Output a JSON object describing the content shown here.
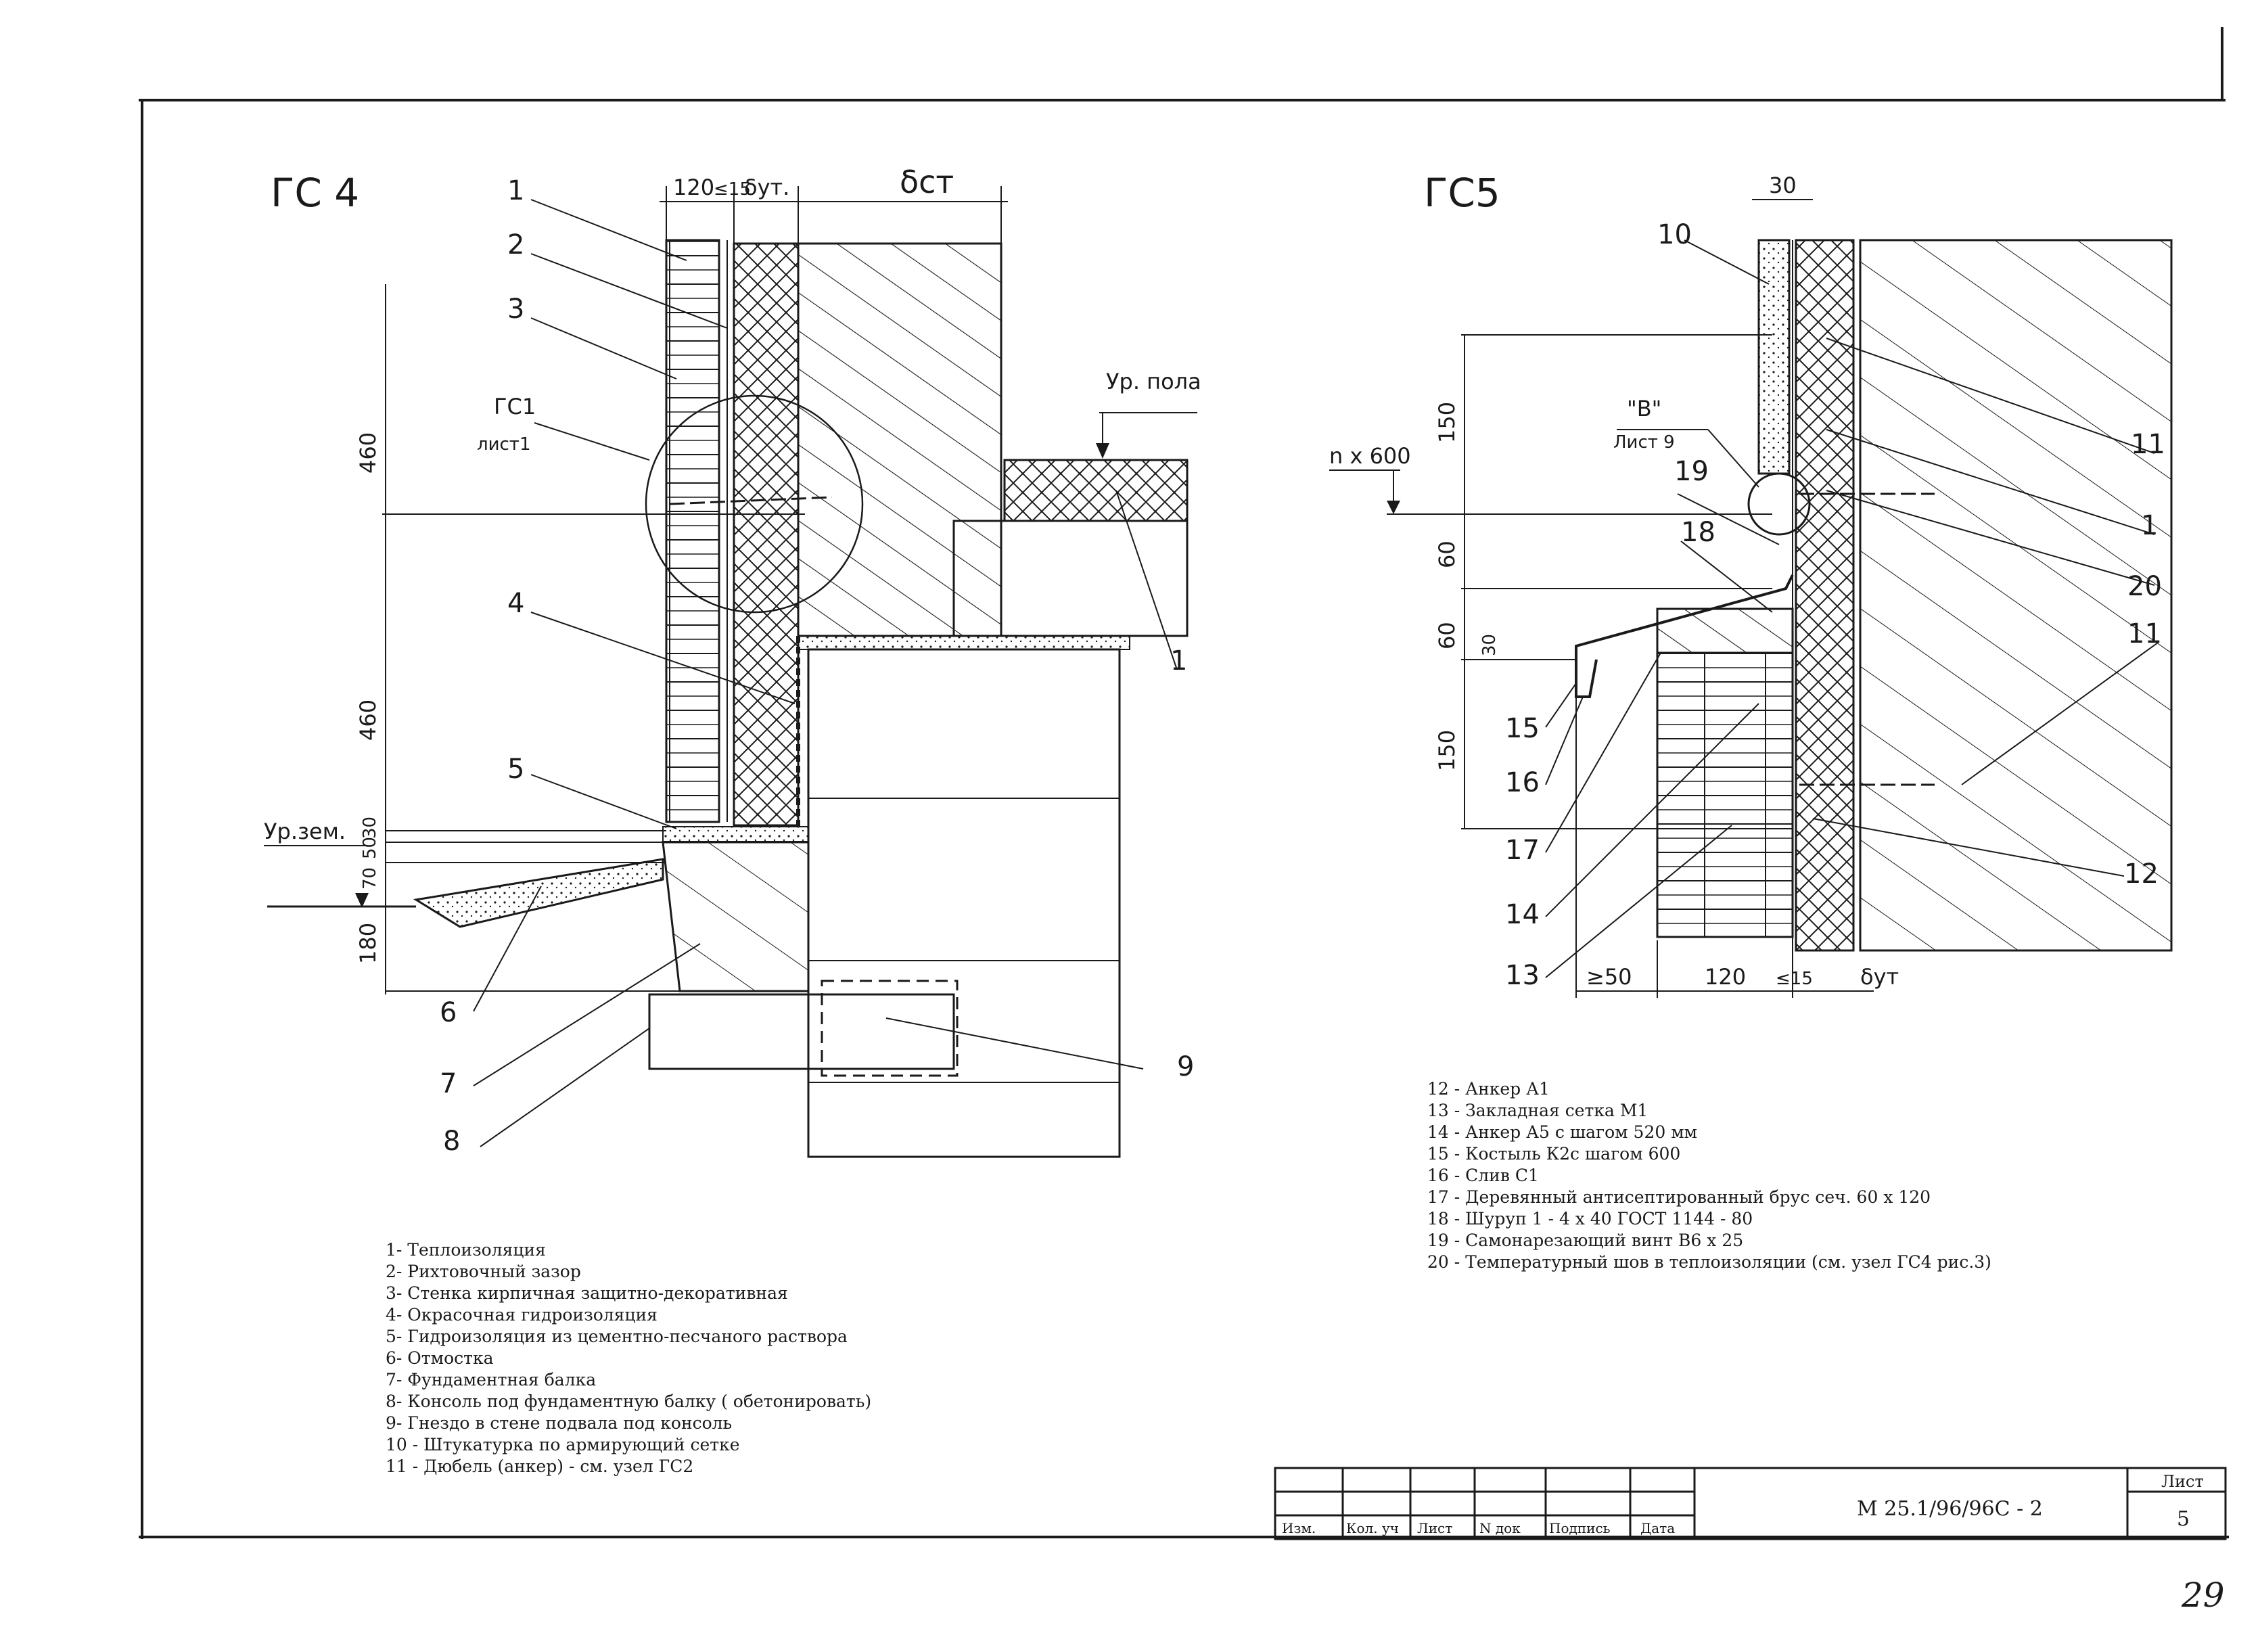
{
  "sheet_number_mark": "29",
  "title_block": {
    "code": "М 25.1/96/96С - 2",
    "sheet_label": "Лист",
    "sheet_value": "5",
    "columns": [
      "Изм.",
      "Кол. уч",
      "Лист",
      "N док",
      "Подпись",
      "Дата"
    ]
  },
  "gs4": {
    "title": "ГС 4",
    "dims": {
      "top_120": "120",
      "top_15": "≤15",
      "top_dut": "δут.",
      "top_dst": "δст",
      "v460a": "460",
      "v460b": "460",
      "v30": "30",
      "v50": "50",
      "v70": "70",
      "v180": "180"
    },
    "floor_level": "Ур. пола",
    "ground_level": "Ур.зем.",
    "ref_node": "ГС1",
    "ref_sheet": "лист1",
    "callouts": [
      "1",
      "2",
      "3",
      "4",
      "5",
      "6",
      "7",
      "8",
      "9",
      "1"
    ]
  },
  "gs5": {
    "title": "ГС5",
    "dims": {
      "top_30": "30",
      "v150a": "150",
      "v60a": "60",
      "v60b": "60",
      "v30": "30",
      "v150b": "150",
      "b50": "≥50",
      "b120": "120",
      "b15": "≤15",
      "bdut": "δут"
    },
    "level_mark": "n x 600",
    "node_ref": "\"В\"",
    "node_sheet": "Лист 9",
    "callouts": [
      "10",
      "11",
      "1",
      "20",
      "11",
      "12",
      "19",
      "18",
      "15",
      "16",
      "17",
      "14",
      "13"
    ]
  },
  "legend_left": [
    "1- Теплоизоляция",
    "2- Рихтовочный зазор",
    "3- Стенка кирпичная защитно-декоративная",
    "4- Окрасочная гидроизоляция",
    "5- Гидроизоляция из цементно-песчаного раствора",
    "6- Отмостка",
    "7- Фундаментная балка",
    "8- Консоль под фундаментную балку ( обетонировать)",
    "9- Гнездо в стене подвала под консоль",
    "10 - Штукатурка по армирующий сетке",
    "11 - Дюбель (анкер) - см. узел ГС2"
  ],
  "legend_right": [
    "12 - Анкер А1",
    "13 - Закладная сетка М1",
    "14 - Анкер А5 с шагом 520 мм",
    "15 - Костыль К2с шагом 600",
    "16 - Слив С1",
    "17 - Деревянный антисептированный брус сеч. 60 х 120",
    "18 - Шуруп 1 - 4 х 40 ГОСТ 1144 - 80",
    "19 - Самонарезающий винт В6 х 25",
    "20 - Температурный шов в теплоизоляции (см. узел ГС4 рис.3)"
  ],
  "colors": {
    "ink": "#1a1a1a",
    "paper": "#ffffff"
  }
}
